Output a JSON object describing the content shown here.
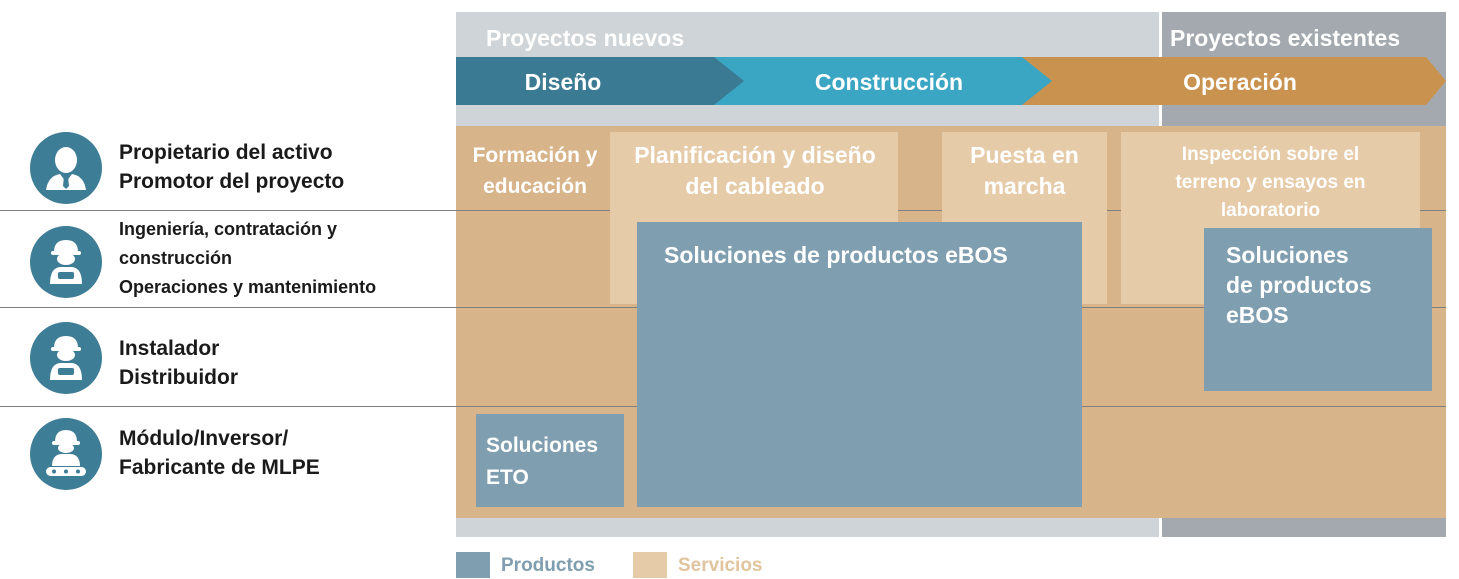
{
  "phases": {
    "new": "Proyectos nuevos",
    "existing": "Proyectos existentes"
  },
  "stages": [
    "Diseño",
    "Construcción",
    "Operación"
  ],
  "roles": [
    {
      "lines": [
        "Propietario del activo",
        "Promotor del proyecto"
      ],
      "icon": "business-person-icon"
    },
    {
      "lines": [
        "Ingeniería, contratación y",
        "construcción",
        "Operaciones y mantenimiento"
      ],
      "icon": "hardhat-worker-icon"
    },
    {
      "lines": [
        "Instalador",
        "Distribuidor"
      ],
      "icon": "hardhat-worker-icon"
    },
    {
      "lines": [
        "Módulo/Inversor/",
        "Fabricante de MLPE"
      ],
      "icon": "factory-worker-icon"
    }
  ],
  "services": {
    "training": [
      "Formación y",
      "educación"
    ],
    "cabling": [
      "Planificación y diseño",
      "del cableado"
    ],
    "commissioning": [
      "Puesta en",
      "marcha"
    ],
    "inspection": [
      "Inspección sobre el",
      "terreno y ensayos en",
      "laboratorio"
    ]
  },
  "products": {
    "ebos_main": "Soluciones de productos eBOS",
    "ebos_ops": [
      "Soluciones",
      "de productos",
      "eBOS"
    ],
    "eto": [
      "Soluciones",
      "ETO"
    ]
  },
  "legend": {
    "products": "Productos",
    "services": "Servicios"
  },
  "colors": {
    "product": "#7f9eb0",
    "service": "#d8b48a",
    "service_light": "#e6cba9",
    "stage_design": "#3b7a93",
    "stage_construction": "#3aa6c4",
    "stage_operation": "#c9924e",
    "icon_bg": "#3e7d96"
  }
}
